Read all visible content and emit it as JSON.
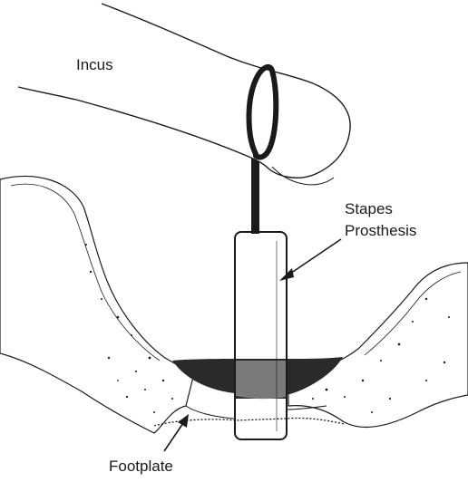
{
  "labels": {
    "incus": "Incus",
    "prosthesis_line1": "Stapes",
    "prosthesis_line2": "Prosthesis",
    "footplate": "Footplate"
  },
  "colors": {
    "ink": "#1a1a1a",
    "cement": "#2a2a2a",
    "cement_in_tube": "#777777",
    "background": "#ffffff"
  }
}
